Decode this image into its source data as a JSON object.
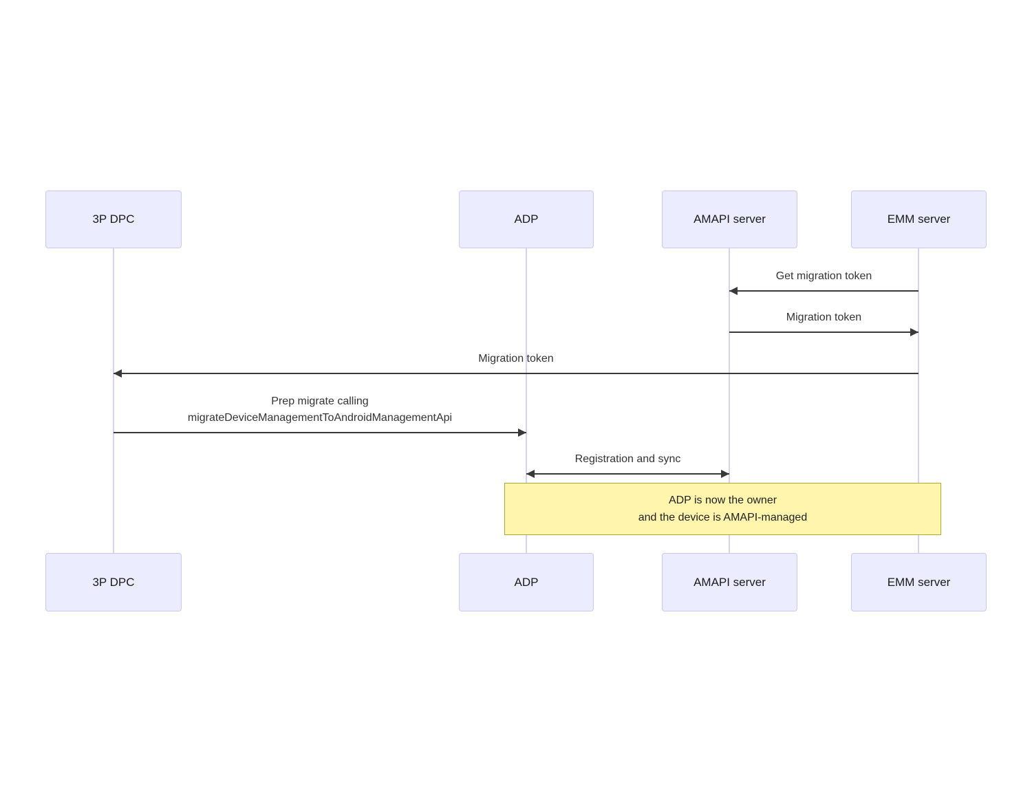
{
  "diagram": {
    "type": "sequence",
    "actors": [
      {
        "id": "3p-dpc",
        "label": "3P DPC"
      },
      {
        "id": "adp",
        "label": "ADP"
      },
      {
        "id": "amapi-server",
        "label": "AMAPI server"
      },
      {
        "id": "emm-server",
        "label": "EMM server"
      }
    ],
    "messages": [
      {
        "label": "Get migration token",
        "from": "EMM server",
        "to": "AMAPI server",
        "direction": "left"
      },
      {
        "label": "Migration token",
        "from": "AMAPI server",
        "to": "EMM server",
        "direction": "right"
      },
      {
        "label": "Migration token",
        "from": "EMM server",
        "to": "3P DPC",
        "direction": "left"
      },
      {
        "label_line1": "Prep migrate calling",
        "label_line2": "migrateDeviceManagementToAndroidManagementApi",
        "from": "3P DPC",
        "to": "ADP",
        "direction": "right"
      },
      {
        "label": "Registration and sync",
        "from": "ADP",
        "to": "AMAPI server",
        "direction": "both"
      }
    ],
    "note": {
      "line1": "ADP is now the owner",
      "line2": "and the device is AMAPI-managed"
    }
  },
  "colors": {
    "actor_fill": "#ECECFF",
    "actor_border": "#CCC6F2",
    "lifeline": "#D8D0EC",
    "arrow": "#393939",
    "text": "#333333",
    "note_fill": "#FFF5AD",
    "note_border": "#AAAA33"
  }
}
